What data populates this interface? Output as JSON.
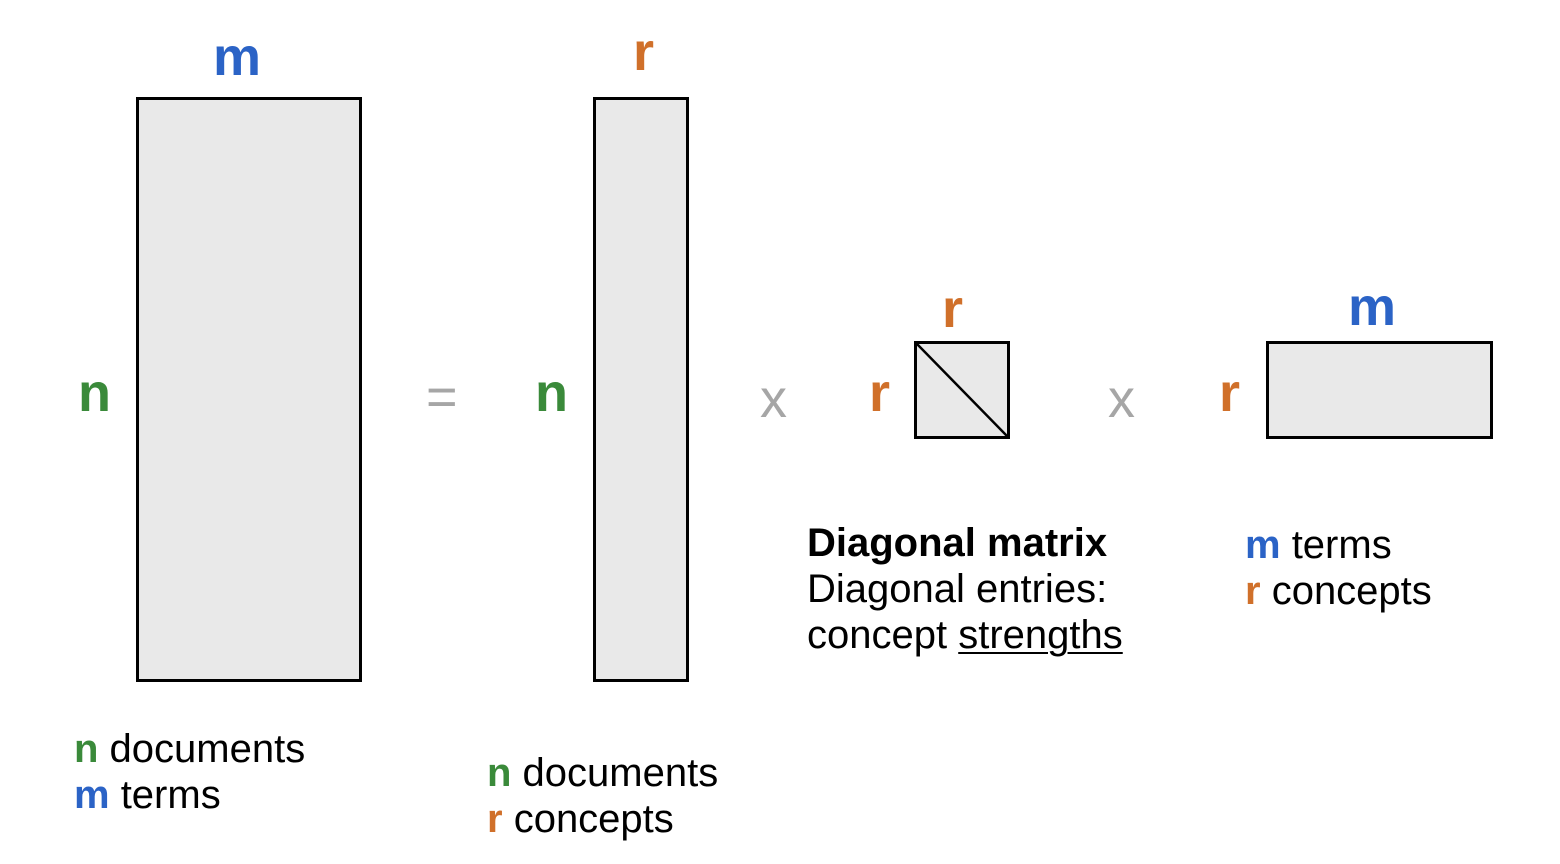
{
  "colors": {
    "n": "#3a8a3a",
    "m": "#2b63c6",
    "r": "#d0702a",
    "operator": "#a6a6a6",
    "matrix_fill": "#e9e9e9",
    "matrix_stroke": "#000000"
  },
  "operators": {
    "equals": "=",
    "times1": "x",
    "times2": "x"
  },
  "matrix_A": {
    "top_label": "m",
    "side_label": "n",
    "caption": [
      {
        "key": "n",
        "text": " documents"
      },
      {
        "key": "m",
        "text": " terms"
      }
    ]
  },
  "matrix_U": {
    "top_label": "r",
    "side_label": "n",
    "caption": [
      {
        "key": "n",
        "text": " documents"
      },
      {
        "key": "r",
        "text": " concepts"
      }
    ]
  },
  "matrix_S": {
    "top_label": "r",
    "side_label": "r",
    "caption_title": "Diagonal matrix",
    "caption_line2": "Diagonal entries:",
    "caption_line3_plain": "concept ",
    "caption_line3_underlined": "strengths"
  },
  "matrix_V": {
    "top_label": "m",
    "side_label": "r",
    "caption": [
      {
        "key": "m",
        "text": " terms"
      },
      {
        "key": "r",
        "text": " concepts"
      }
    ]
  }
}
